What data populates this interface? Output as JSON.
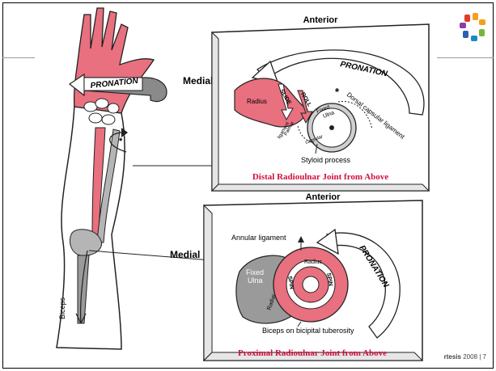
{
  "slide": {
    "footer_bold": "rtesis",
    "footer_rest": " 2008 | 7"
  },
  "arm": {
    "pronation_label": "PRONATION",
    "medial_top": "Medial",
    "medial_bottom": "Medial",
    "biceps_label": "Biceps"
  },
  "distal_panel": {
    "anterior": "Anterior",
    "pronation": "PRONATION",
    "radius": "Radius",
    "slide": "SLIDE",
    "roll": "ROLL",
    "fixed": "Fixed",
    "ulna": "Ulna",
    "dorsal": "Dorsal capsular ligament",
    "palmar1": "Palmar",
    "palmar2": "ligament",
    "capsular": "capsular",
    "styloid": "Styloid process",
    "caption": "Distal Radioulnar Joint from Above",
    "star": "*"
  },
  "proximal_panel": {
    "anterior": "Anterior",
    "annular": "Annular ligament",
    "pronation": "PRONATION",
    "fixed": "Fixed",
    "ulna": "Ulna",
    "radial_notch": "Radial notch",
    "radius": "Radius",
    "spin_left": "SPIN",
    "spin_right": "SPIN",
    "biceps": "Biceps on bicipital tuberosity",
    "caption": "Proximal Radioulnar Joint from Above"
  },
  "colors": {
    "accent_red": "#d0103a",
    "bone_pink": "#e8707f",
    "bone_gray": "#9a9a9a"
  },
  "icons": [
    "logo-icon",
    "pronation-arrow-icon",
    "star-icon"
  ]
}
